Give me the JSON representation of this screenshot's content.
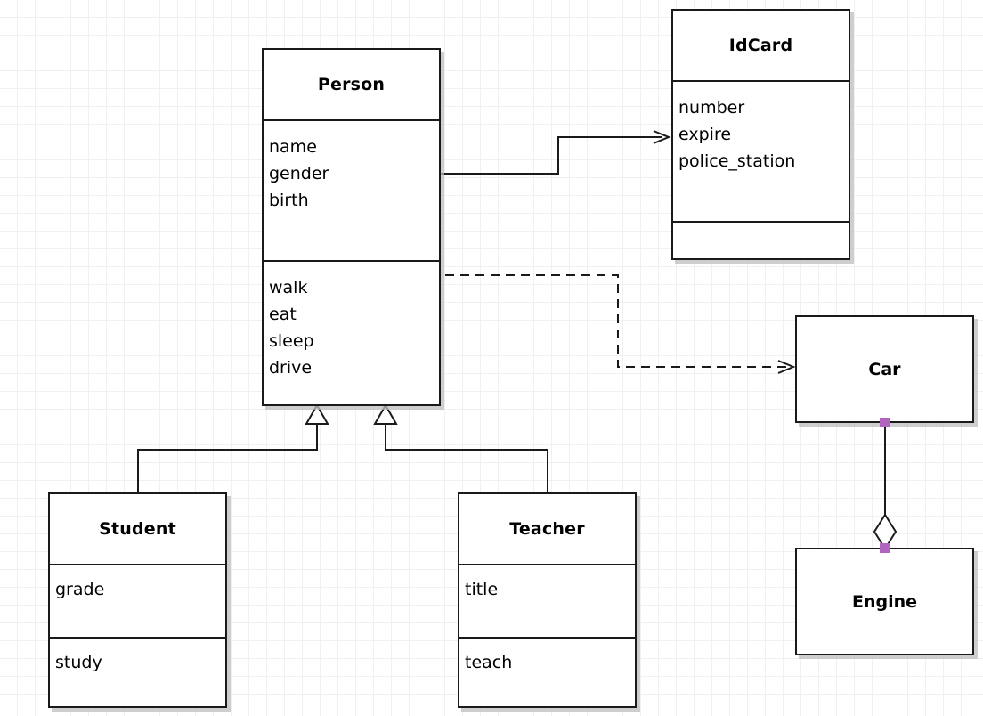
{
  "diagram": {
    "type": "uml-class-diagram",
    "background": "#ffffff",
    "grid_color": "#f0f0f0",
    "grid_size": 20,
    "border_color": "#1a1a1a",
    "connector_color": "#b065bf"
  },
  "classes": {
    "person": {
      "name": "Person",
      "attributes": [
        "name",
        "gender",
        "birth"
      ],
      "methods": [
        "walk",
        "eat",
        "sleep",
        "drive"
      ]
    },
    "idcard": {
      "name": "IdCard",
      "attributes": [
        "number",
        "expire",
        "police_station"
      ],
      "methods": []
    },
    "student": {
      "name": "Student",
      "attributes": [
        "grade"
      ],
      "methods": [
        "study"
      ]
    },
    "teacher": {
      "name": "Teacher",
      "attributes": [
        "title"
      ],
      "methods": [
        "teach"
      ]
    },
    "car": {
      "name": "Car",
      "attributes": [],
      "methods": []
    },
    "engine": {
      "name": "Engine",
      "attributes": [],
      "methods": []
    }
  },
  "relations": [
    {
      "id": "person-idcard",
      "kind": "association",
      "from": "Person",
      "to": "IdCard",
      "line": "solid",
      "arrow": "open"
    },
    {
      "id": "person-car",
      "kind": "dependency",
      "from": "Person",
      "to": "Car",
      "line": "dashed",
      "arrow": "open"
    },
    {
      "id": "student-person",
      "kind": "generalization",
      "from": "Student",
      "to": "Person",
      "line": "solid",
      "arrow": "hollow-triangle"
    },
    {
      "id": "teacher-person",
      "kind": "generalization",
      "from": "Teacher",
      "to": "Person",
      "line": "solid",
      "arrow": "hollow-triangle"
    },
    {
      "id": "car-engine",
      "kind": "aggregation",
      "from": "Car",
      "to": "Engine",
      "line": "solid",
      "arrow": "hollow-diamond"
    }
  ]
}
